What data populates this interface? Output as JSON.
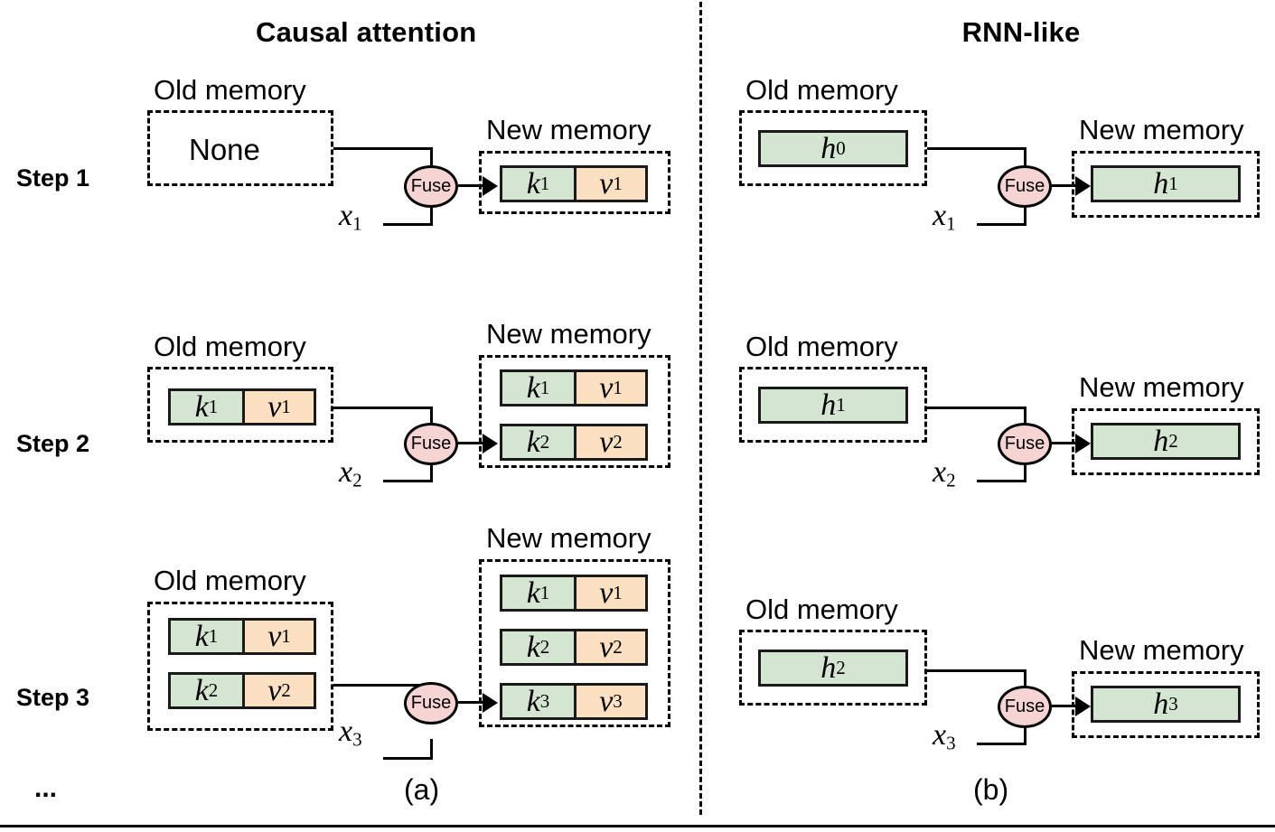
{
  "figure": {
    "bottom_rule": true,
    "divider_icon": "vertical-dashed-divider",
    "ellipsis": "...",
    "colors": {
      "key_cell": "#d4e6d1",
      "value_cell": "#fbe0c2",
      "fuse_node": "#f6d4d4",
      "stroke": "#000000",
      "background": "#ffffff"
    }
  },
  "panels": [
    {
      "id": "causal-attention",
      "title": "Causal attention",
      "subcaption": "(a)",
      "steps": [
        {
          "step_label": "Step 1",
          "old_memory_caption": "Old memory",
          "new_memory_caption": "New memory",
          "old_memory_empty_text": "None",
          "old_memory_rows": [],
          "new_memory_rows": [
            {
              "key": "k",
              "key_sub": "1",
              "value": "v",
              "value_sub": "1"
            }
          ],
          "input_label": "x",
          "input_sub": "1",
          "fuse_label": "Fuse"
        },
        {
          "step_label": "Step 2",
          "old_memory_caption": "Old memory",
          "new_memory_caption": "New memory",
          "old_memory_empty_text": "",
          "old_memory_rows": [
            {
              "key": "k",
              "key_sub": "1",
              "value": "v",
              "value_sub": "1"
            }
          ],
          "new_memory_rows": [
            {
              "key": "k",
              "key_sub": "1",
              "value": "v",
              "value_sub": "1"
            },
            {
              "key": "k",
              "key_sub": "2",
              "value": "v",
              "value_sub": "2"
            }
          ],
          "input_label": "x",
          "input_sub": "2",
          "fuse_label": "Fuse"
        },
        {
          "step_label": "Step 3",
          "old_memory_caption": "Old memory",
          "new_memory_caption": "New memory",
          "old_memory_empty_text": "",
          "old_memory_rows": [
            {
              "key": "k",
              "key_sub": "1",
              "value": "v",
              "value_sub": "1"
            },
            {
              "key": "k",
              "key_sub": "2",
              "value": "v",
              "value_sub": "2"
            }
          ],
          "new_memory_rows": [
            {
              "key": "k",
              "key_sub": "1",
              "value": "v",
              "value_sub": "1"
            },
            {
              "key": "k",
              "key_sub": "2",
              "value": "v",
              "value_sub": "2"
            },
            {
              "key": "k",
              "key_sub": "3",
              "value": "v",
              "value_sub": "3"
            }
          ],
          "input_label": "x",
          "input_sub": "3",
          "fuse_label": "Fuse"
        }
      ]
    },
    {
      "id": "rnn-like",
      "title": "RNN-like",
      "subcaption": "(b)",
      "steps": [
        {
          "step_label": "",
          "old_memory_caption": "Old memory",
          "new_memory_caption": "New memory",
          "old_memory_rows": [
            {
              "state": "h",
              "state_sub": "0"
            }
          ],
          "new_memory_rows": [
            {
              "state": "h",
              "state_sub": "1"
            }
          ],
          "input_label": "x",
          "input_sub": "1",
          "fuse_label": "Fuse"
        },
        {
          "step_label": "",
          "old_memory_caption": "Old memory",
          "new_memory_caption": "New memory",
          "old_memory_rows": [
            {
              "state": "h",
              "state_sub": "1"
            }
          ],
          "new_memory_rows": [
            {
              "state": "h",
              "state_sub": "2"
            }
          ],
          "input_label": "x",
          "input_sub": "2",
          "fuse_label": "Fuse"
        },
        {
          "step_label": "",
          "old_memory_caption": "Old memory",
          "new_memory_caption": "New memory",
          "old_memory_rows": [
            {
              "state": "h",
              "state_sub": "2"
            }
          ],
          "new_memory_rows": [
            {
              "state": "h",
              "state_sub": "3"
            }
          ],
          "input_label": "x",
          "input_sub": "3",
          "fuse_label": "Fuse"
        }
      ]
    }
  ]
}
